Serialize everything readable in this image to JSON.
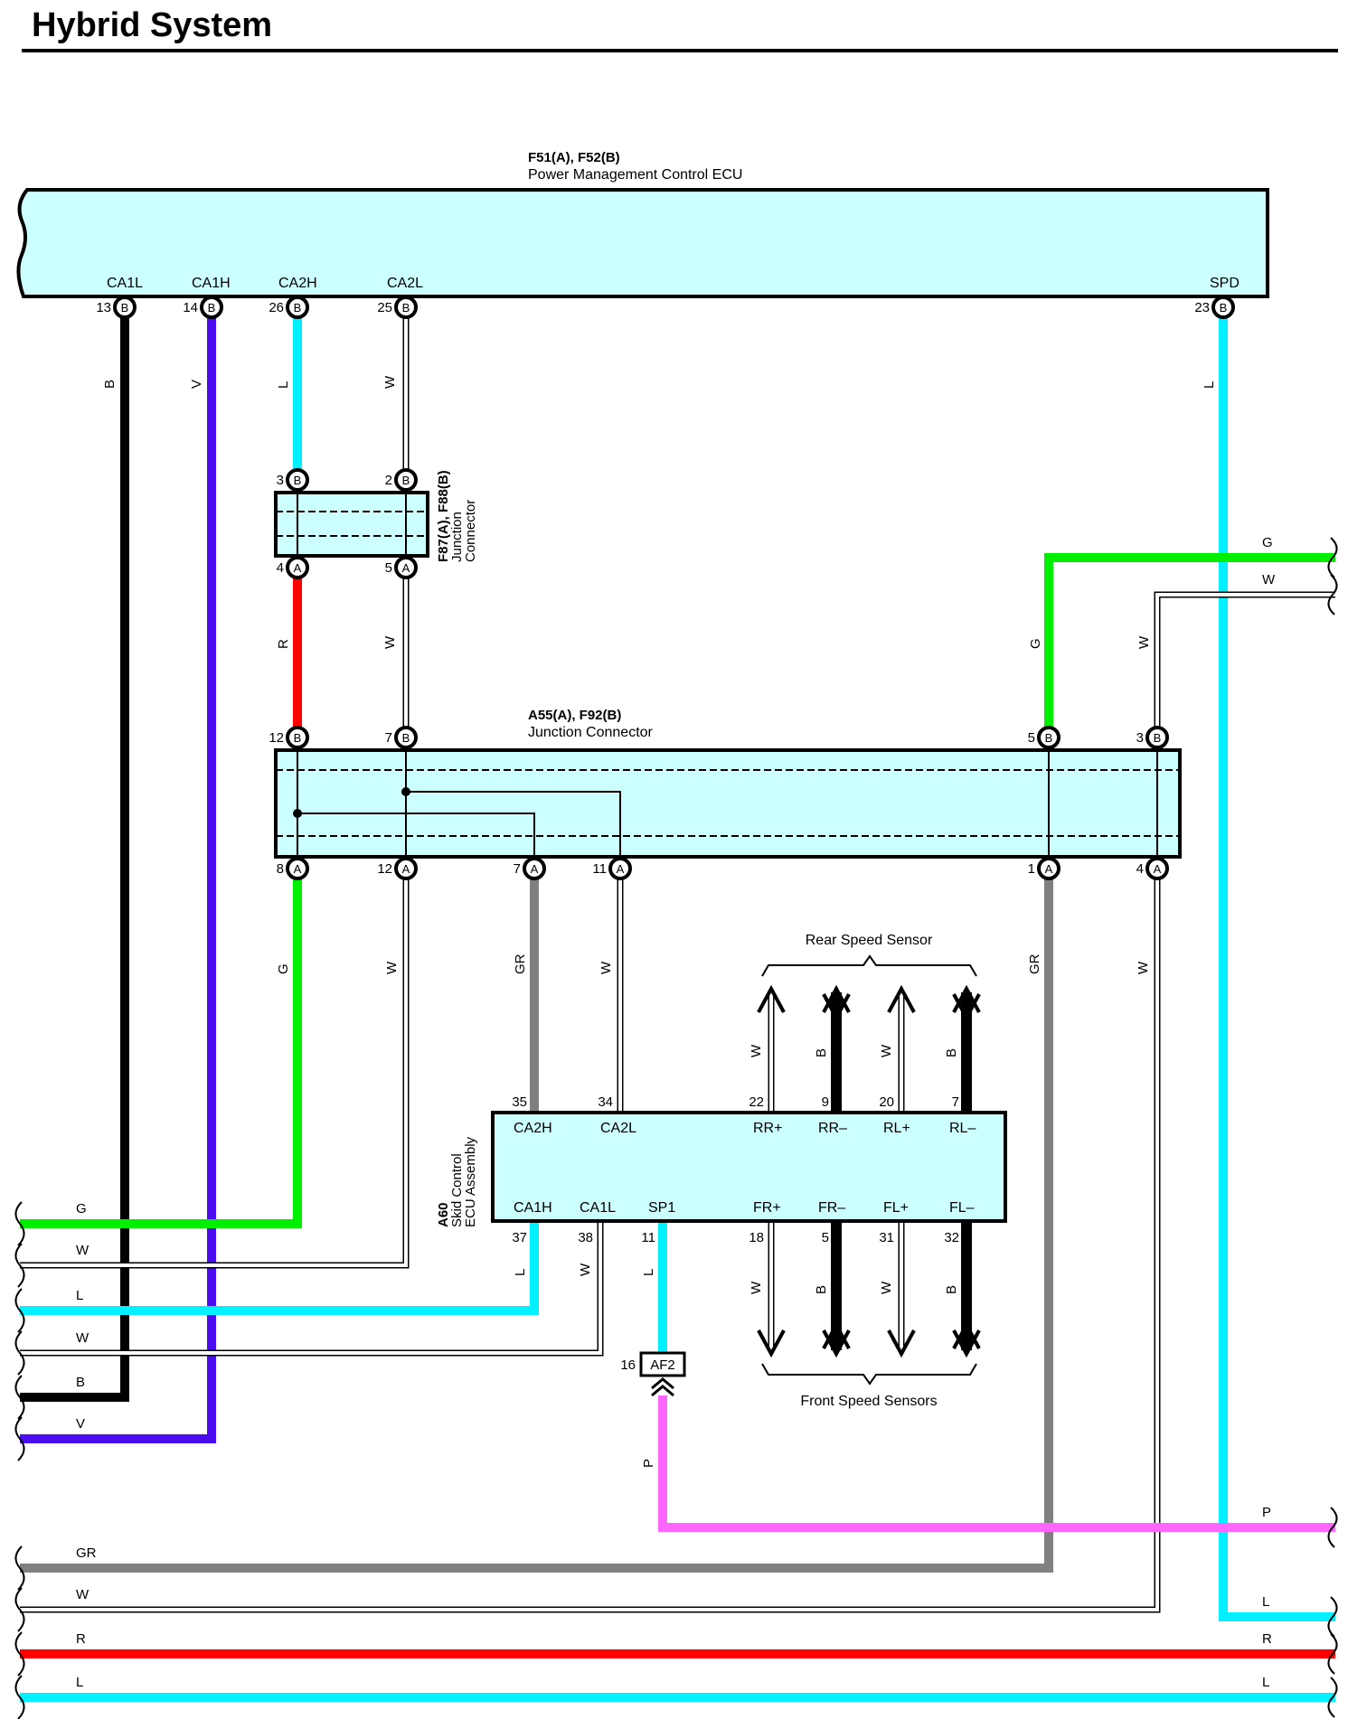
{
  "title": "Hybrid System",
  "colors": {
    "B": "#000000",
    "V": "#4b0df0",
    "L": "#00f0ff",
    "W": "#ffffff",
    "R": "#ff0000",
    "G": "#00ee00",
    "GR": "#808080",
    "P": "#ff66ff",
    "box_fill": "#ccffff"
  },
  "ecu": {
    "id": "F51(A), F52(B)",
    "name": "Power Management Control ECU",
    "terminals": [
      {
        "name": "CA1L",
        "pin": "13",
        "conn": "B",
        "wire": "B"
      },
      {
        "name": "CA1H",
        "pin": "14",
        "conn": "B",
        "wire": "V"
      },
      {
        "name": "CA2H",
        "pin": "26",
        "conn": "B",
        "wire": "L"
      },
      {
        "name": "CA2L",
        "pin": "25",
        "conn": "B",
        "wire": "W"
      },
      {
        "name": "SPD",
        "pin": "23",
        "conn": "B",
        "wire": "L"
      }
    ]
  },
  "jc_small": {
    "id": "F87(A), F88(B)",
    "name_line1": "Junction",
    "name_line2": "Connector",
    "top_pins": [
      {
        "pin": "3",
        "conn": "B"
      },
      {
        "pin": "2",
        "conn": "B"
      }
    ],
    "bottom_pins": [
      {
        "pin": "4",
        "conn": "A"
      },
      {
        "pin": "5",
        "conn": "A"
      }
    ],
    "wires_below": [
      "R",
      "W"
    ]
  },
  "jc_big": {
    "id": "A55(A), F92(B)",
    "name": "Junction Connector",
    "top_pins": [
      {
        "pin": "12",
        "conn": "B"
      },
      {
        "pin": "7",
        "conn": "B"
      },
      {
        "pin": "5",
        "conn": "B"
      },
      {
        "pin": "3",
        "conn": "B"
      }
    ],
    "bottom_pins": [
      {
        "pin": "8",
        "conn": "A"
      },
      {
        "pin": "12",
        "conn": "A"
      },
      {
        "pin": "7",
        "conn": "A"
      },
      {
        "pin": "11",
        "conn": "A"
      },
      {
        "pin": "1",
        "conn": "A"
      },
      {
        "pin": "4",
        "conn": "A"
      }
    ],
    "wires_above": [
      "G",
      "W"
    ],
    "wires_below": [
      "G",
      "W",
      "GR",
      "W",
      "GR",
      "W"
    ]
  },
  "skid_ecu": {
    "id": "A60",
    "name_line1": "Skid Control",
    "name_line2": "ECU Assembly",
    "top_terminals": [
      {
        "name": "CA2H",
        "pin": "35"
      },
      {
        "name": "CA2L",
        "pin": "34"
      },
      {
        "name": "RR+",
        "pin": "22"
      },
      {
        "name": "RR–",
        "pin": "9"
      },
      {
        "name": "RL+",
        "pin": "20"
      },
      {
        "name": "RL–",
        "pin": "7"
      }
    ],
    "bottom_terminals": [
      {
        "name": "CA1H",
        "pin": "37"
      },
      {
        "name": "CA1L",
        "pin": "38"
      },
      {
        "name": "SP1",
        "pin": "11"
      },
      {
        "name": "FR+",
        "pin": "18"
      },
      {
        "name": "FR–",
        "pin": "5"
      },
      {
        "name": "FL+",
        "pin": "31"
      },
      {
        "name": "FL–",
        "pin": "32"
      }
    ],
    "rear_wires": [
      "W",
      "B",
      "W",
      "B"
    ],
    "front_wires": [
      "W",
      "B",
      "W",
      "B"
    ],
    "bottom_wires": [
      "L",
      "W",
      "L"
    ]
  },
  "rear_sensor_label": "Rear Speed Sensor",
  "front_sensor_label": "Front Speed Sensors",
  "af2": {
    "pin": "16",
    "name": "AF2",
    "wire": "P"
  },
  "right_exits": [
    "G",
    "W",
    "P",
    "L",
    "R",
    "L"
  ],
  "left_exits": [
    "G",
    "W",
    "L",
    "W",
    "B",
    "V",
    "GR",
    "W",
    "R",
    "L"
  ]
}
